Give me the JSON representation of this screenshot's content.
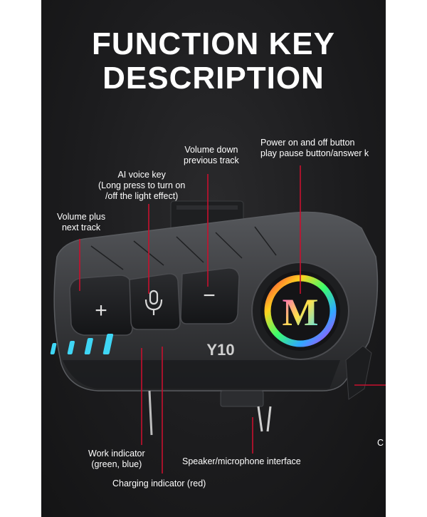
{
  "header": {
    "title_line1": "FUNCTION KEY",
    "title_line2": "DESCRIPTION"
  },
  "labels": {
    "power": [
      "Power on and off button",
      "play pause button/answer k"
    ],
    "volume_down": [
      "Volume down",
      "previous track"
    ],
    "ai_voice": [
      "AI voice key",
      "(Long press to turn on",
      "/off the light effect)"
    ],
    "volume_plus": [
      "Volume plus",
      "next track"
    ],
    "work_indicator": [
      "Work indicator",
      "(green, blue)"
    ],
    "speaker_interface": "Speaker/microphone interface",
    "charging_indicator": "Charging indicator (red)",
    "cut_off_label": "C"
  },
  "device": {
    "model": "Y10",
    "logo_letter": "M",
    "plus_symbol": "+",
    "minus_symbol": "−"
  },
  "colors": {
    "leader_line": "#c8102e",
    "indicator_light": "#3fd6f5",
    "device_body": "#3a3b3e"
  }
}
